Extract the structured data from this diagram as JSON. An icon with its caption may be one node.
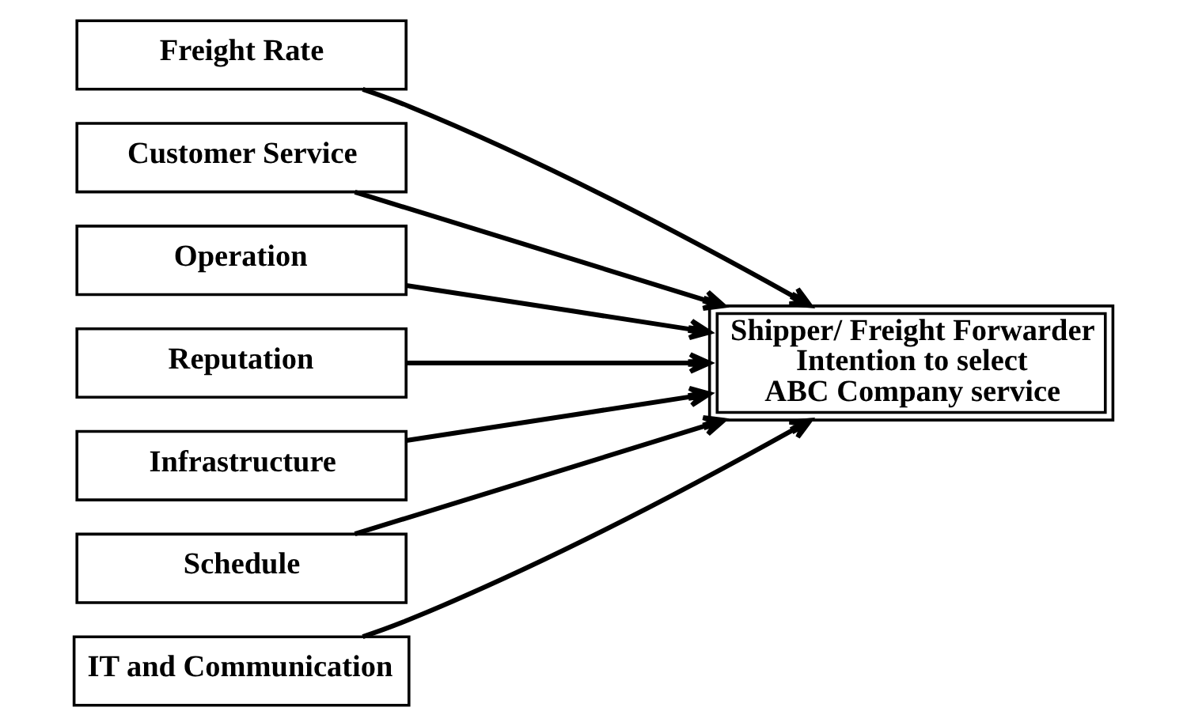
{
  "diagram": {
    "nodes": [
      {
        "text": [
          "Freight Rate"
        ]
      },
      {
        "text": [
          "Customer Service"
        ]
      },
      {
        "text": [
          "Operation"
        ]
      },
      {
        "text": [
          "Reputation"
        ]
      },
      {
        "text": [
          "Infrastructure"
        ]
      },
      {
        "text": [
          "Schedule"
        ]
      },
      {
        "text": [
          "IT and Communication"
        ]
      },
      {
        "text": [
          "Shipper/ Freight Forwarder Intention to select ABC Company service"
        ]
      }
    ],
    "edges": [
      {
        "from": 0,
        "to": 7,
        "arrow": "to"
      },
      {
        "from": 1,
        "to": 7,
        "arrow": "to"
      },
      {
        "from": 2,
        "to": 7,
        "arrow": "to"
      },
      {
        "from": 3,
        "to": 7,
        "arrow": "to"
      },
      {
        "from": 4,
        "to": 7,
        "arrow": "to"
      },
      {
        "from": 5,
        "to": 7,
        "arrow": "to"
      },
      {
        "from": 6,
        "to": 7,
        "arrow": "to"
      }
    ]
  }
}
